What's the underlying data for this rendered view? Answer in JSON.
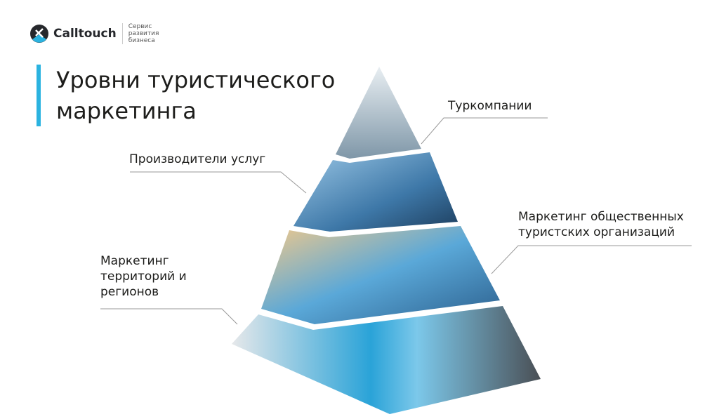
{
  "logo": {
    "name": "Calltouch",
    "tagline": "Сервис развития бизнеса"
  },
  "title": "Уровни туристического маркетинга",
  "colors": {
    "accent": "#2bb3e0",
    "text": "#1d1d1b"
  },
  "levels": [
    {
      "label": "Туркомпании"
    },
    {
      "label": "Производители услуг"
    },
    {
      "label": "Маркетинг общественных туристских организаций"
    },
    {
      "label": "Маркетинг территорий и регионов"
    }
  ]
}
